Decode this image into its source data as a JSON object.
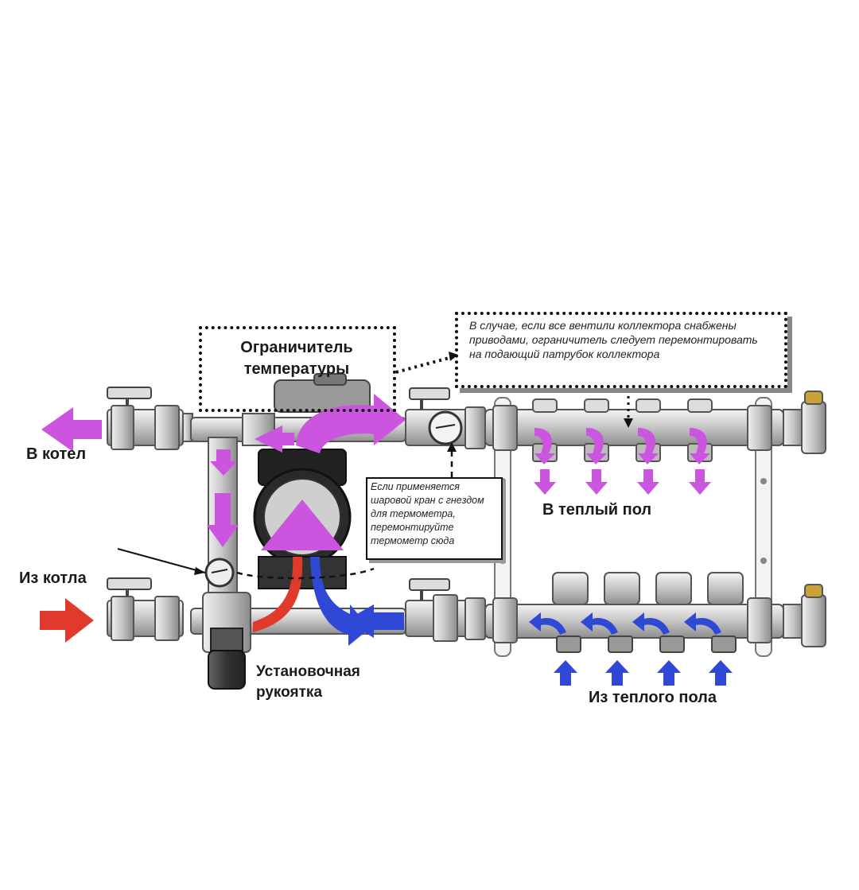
{
  "labels": {
    "to_boiler": "В котел",
    "from_boiler": "Из котла",
    "temp_limiter": "Ограничитель температуры",
    "to_floor": "В теплый пол",
    "from_floor": "Из теплого пола",
    "setting_handle": "Установочная рукоятка"
  },
  "notes": {
    "actuators": "В случае, если все вентили коллектора снабжены приводами, ограничитель следует перемонтировать на подающий патрубок коллектора",
    "thermometer": "Если применяется шаровой кран с гнездом для термометра, перемонтируйте термометр сюда"
  },
  "colors": {
    "hot_supply": "#e03a2c",
    "return_cold": "#2f49d6",
    "mixed_flow": "#cc55e0",
    "metal": "#b8b8b8"
  }
}
